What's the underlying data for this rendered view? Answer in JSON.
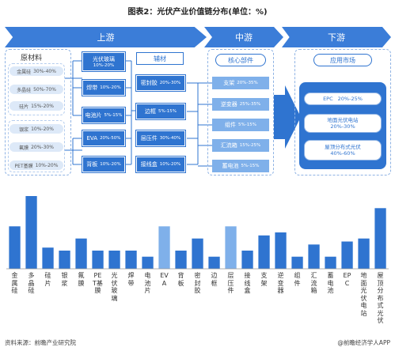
{
  "title": "图表2：光伏产业价值链分布(单位：%)",
  "stages": {
    "upstream": "上游",
    "midstream": "中游",
    "downstream": "下游"
  },
  "raw": {
    "heading": "原材料",
    "items": [
      {
        "label": "金属硅",
        "pct": "30%-40%"
      },
      {
        "label": "多晶硅",
        "pct": "50%-70%"
      },
      {
        "label": "硅片",
        "pct": "15%-20%"
      },
      {
        "label": "银浆",
        "pct": "10%-20%"
      },
      {
        "label": "氟膜",
        "pct": "20%-30%"
      },
      {
        "label": "PET基膜",
        "pct": "10%-20%"
      }
    ]
  },
  "mats": [
    {
      "label": "光伏玻璃",
      "pct": "10%-20%"
    },
    {
      "label": "焊带",
      "pct": "10%-20%"
    },
    {
      "label": "电池片",
      "pct": "5%-15%"
    },
    {
      "label": "EVA",
      "pct": "20%-50%"
    },
    {
      "label": "背板",
      "pct": "10%-20%"
    }
  ],
  "aux": {
    "heading": "辅材",
    "items": [
      {
        "label": "密封胶",
        "pct": "20%-30%"
      },
      {
        "label": "边框",
        "pct": "5%-15%"
      },
      {
        "label": "层压件",
        "pct": "30%-40%"
      },
      {
        "label": "接线盒",
        "pct": "10%-20%"
      }
    ]
  },
  "core": {
    "heading": "核心部件",
    "items": [
      {
        "label": "支架",
        "pct": "20%-35%"
      },
      {
        "label": "逆变器",
        "pct": "25%-35%"
      },
      {
        "label": "组件",
        "pct": "5%-15%"
      },
      {
        "label": "汇流箱",
        "pct": "15%-25%"
      },
      {
        "label": "蓄电池",
        "pct": "5%-15%"
      }
    ]
  },
  "market": {
    "heading": "应用市场",
    "items": [
      {
        "label": "EPC",
        "pct": "20%-25%"
      },
      {
        "label": "地面光伏电站",
        "pct": "20%-30%"
      },
      {
        "label": "屋顶分布式光伏",
        "pct": "40%-60%"
      }
    ]
  },
  "chart_data": {
    "type": "bar",
    "categories": [
      "金属硅",
      "多晶硅",
      "硅片",
      "银浆",
      "氟膜",
      "PET基膜",
      "光伏玻璃",
      "焊带",
      "电池片",
      "EVA",
      "背板",
      "密封胶",
      "边框",
      "层压件",
      "接线盒",
      "支架",
      "逆变器",
      "组件",
      "汇流箱",
      "蓄电池",
      "EPC",
      "地面光伏电站",
      "屋顶分布式光伏"
    ],
    "values": [
      35,
      60,
      17.5,
      15,
      25,
      15,
      15,
      15,
      10,
      35,
      15,
      25,
      10,
      35,
      15,
      27.5,
      30,
      10,
      20,
      10,
      22.5,
      25,
      50
    ],
    "colors": {
      "bar": "#2f74d0",
      "bar_highlight": "#7fb0ea"
    }
  },
  "footer": {
    "source": "资料来源：前瞻产业研究院",
    "brand": "@前瞻经济学人APP"
  },
  "colors": {
    "primary": "#2f74d0",
    "light": "#7fb0ea",
    "pale": "#dde9f8"
  }
}
